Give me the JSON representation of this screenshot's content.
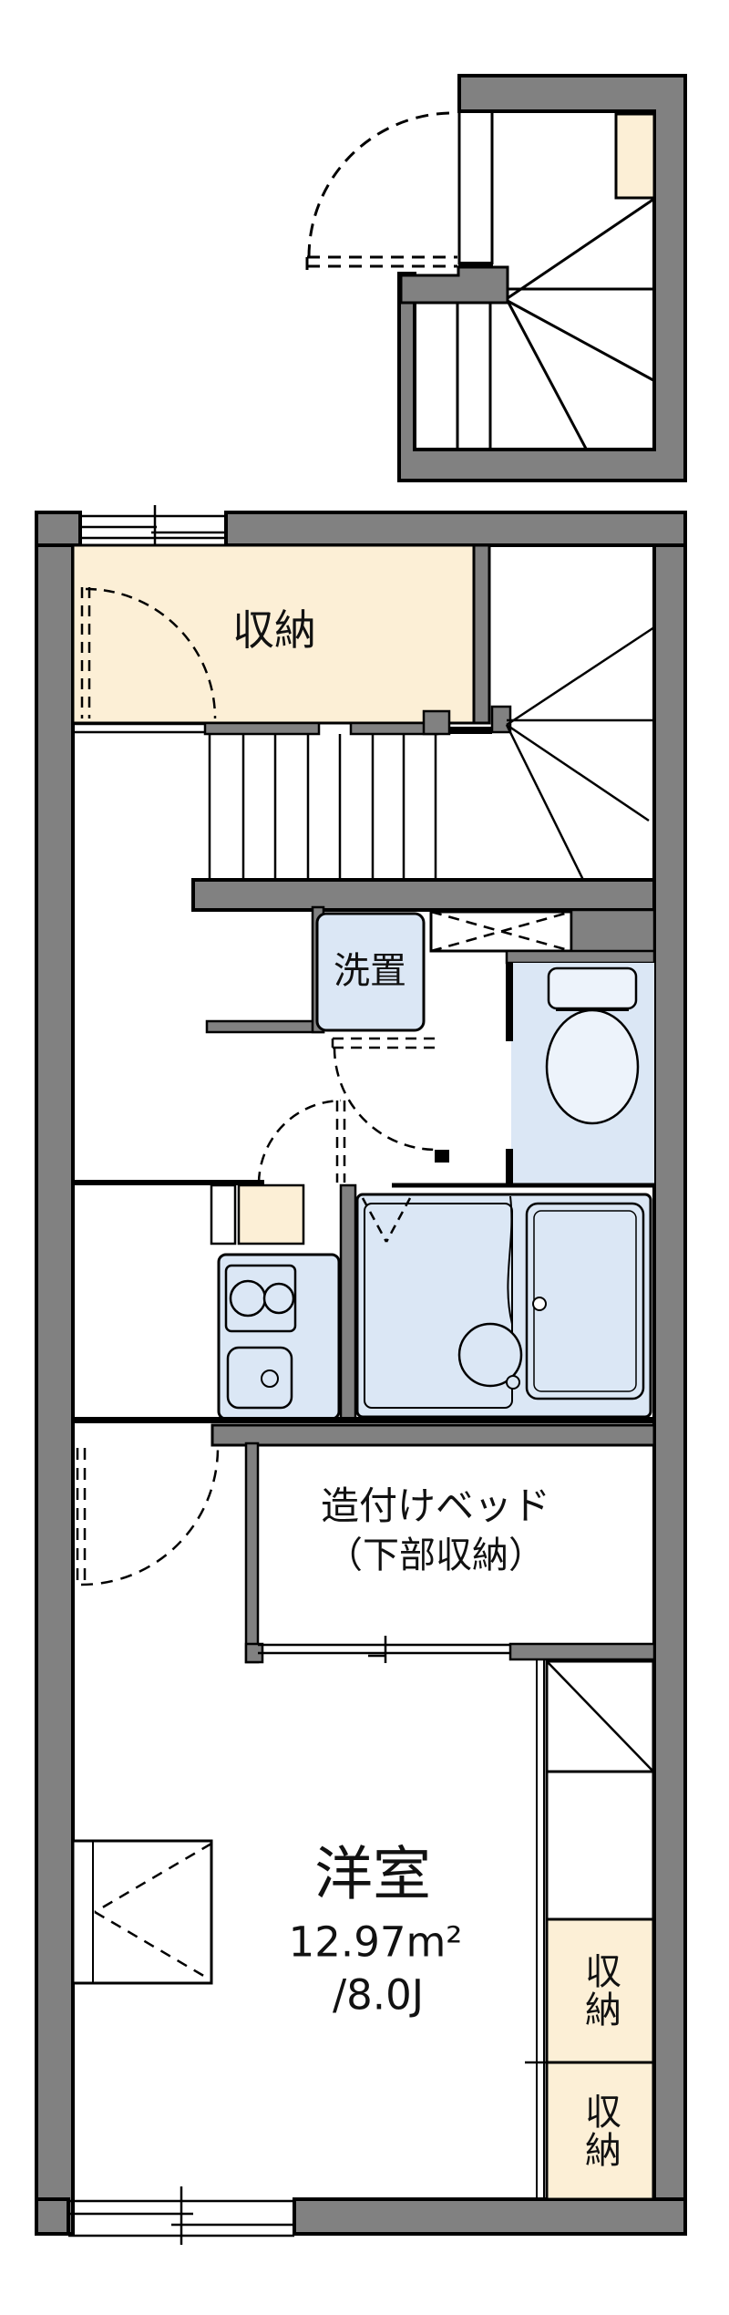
{
  "plan": {
    "labels": {
      "storage_top": "収納",
      "washer": "洗置",
      "bed_line1": "造付けベッド",
      "bed_line2": "（下部収納）",
      "room_name": "洋室",
      "room_area": "12.97m²",
      "room_tatami": "/8.0J",
      "closet_upper": "収納",
      "closet_lower": "収納"
    },
    "colors": {
      "wall": "#818181",
      "beige": "#fcefd6",
      "blue": "#dbe7f5",
      "fixture": "#edf3fb",
      "line": "#000000",
      "bg": "#ffffff"
    }
  }
}
